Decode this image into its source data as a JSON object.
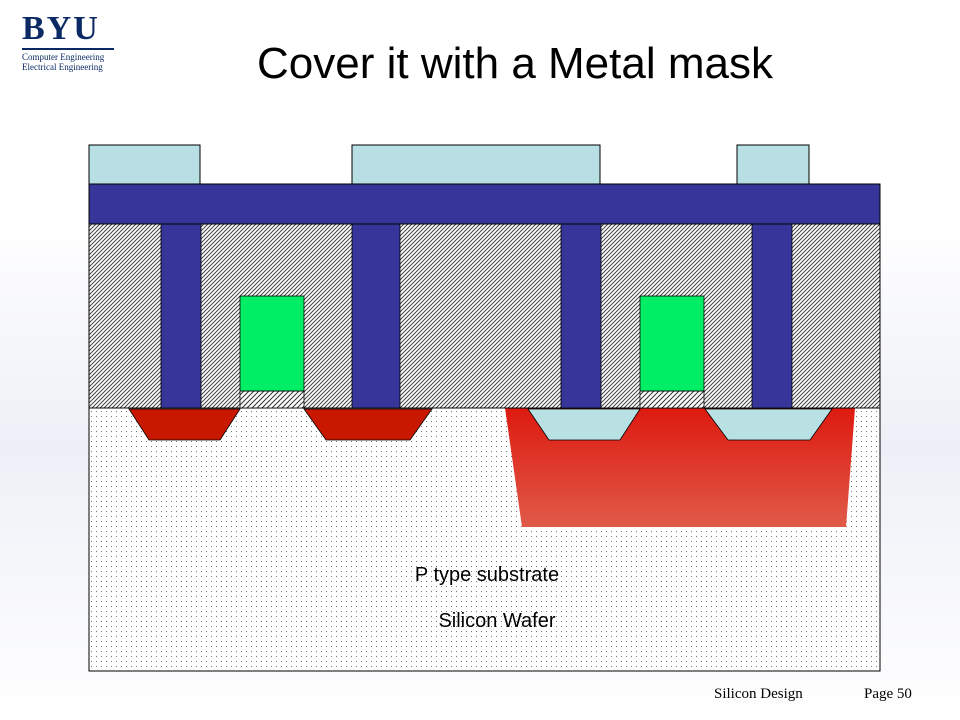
{
  "logo": {
    "mark": "BYU",
    "line1": "Computer Engineering",
    "line2": "Electrical Engineering"
  },
  "title": "Cover it with a Metal mask",
  "diagram": {
    "label_substrate": "P type substrate",
    "label_wafer": "Silicon Wafer"
  },
  "colors": {
    "metal": "#36369a",
    "mask": "#b8dfe3",
    "gate_poly": "#00ee66",
    "n_diffusion": "#c81800",
    "n_well": "#e0352a",
    "p_diffusion": "#b9e0e3"
  },
  "footer": {
    "course": "Silicon Design",
    "page": "Page 50"
  }
}
